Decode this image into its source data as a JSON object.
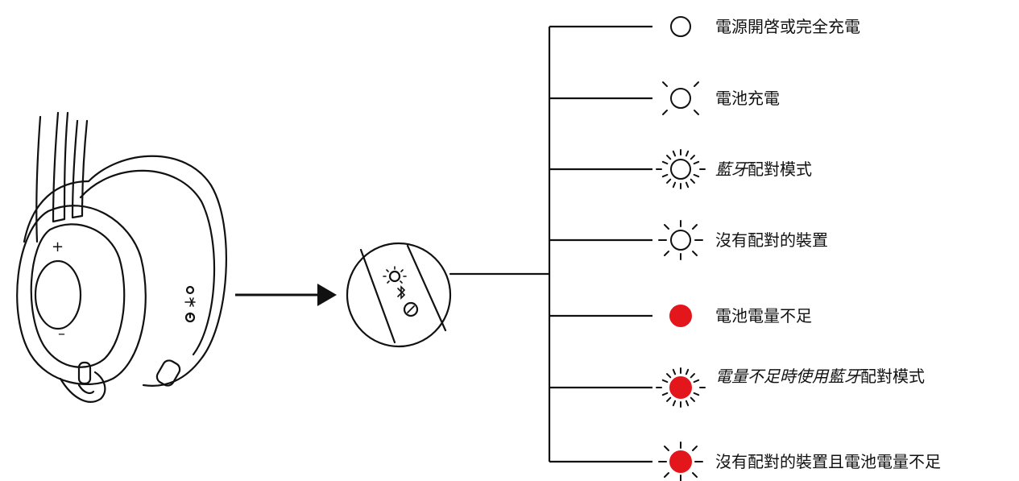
{
  "headset": {
    "volume_up_symbol": "+",
    "volume_down_symbol": "–"
  },
  "legend": [
    {
      "text_parts": [
        {
          "text": "電源開啓或完全充電",
          "italic": false
        }
      ],
      "indicator": "white-solid"
    },
    {
      "text_parts": [
        {
          "text": "電池充電",
          "italic": false
        }
      ],
      "indicator": "white-breathing"
    },
    {
      "text_parts": [
        {
          "text": "藍牙",
          "italic": true
        },
        {
          "text": "配對模式",
          "italic": false
        }
      ],
      "indicator": "white-fast-blink"
    },
    {
      "text_parts": [
        {
          "text": "沒有配對的裝置",
          "italic": false
        }
      ],
      "indicator": "white-slow-blink"
    },
    {
      "text_parts": [
        {
          "text": "電池電量不足",
          "italic": false
        }
      ],
      "indicator": "red-solid"
    },
    {
      "text_parts": [
        {
          "text": "電量不足時使用藍牙",
          "italic": true
        },
        {
          "text": "配對模式",
          "italic": false
        }
      ],
      "indicator": "red-fast-blink"
    },
    {
      "text_parts": [
        {
          "text": "沒有配對的裝置且電池電量不足",
          "italic": false
        }
      ],
      "indicator": "red-slow-blink"
    }
  ],
  "colors": {
    "line": "#111111",
    "led_red": "#e3161c",
    "background": "#ffffff"
  }
}
